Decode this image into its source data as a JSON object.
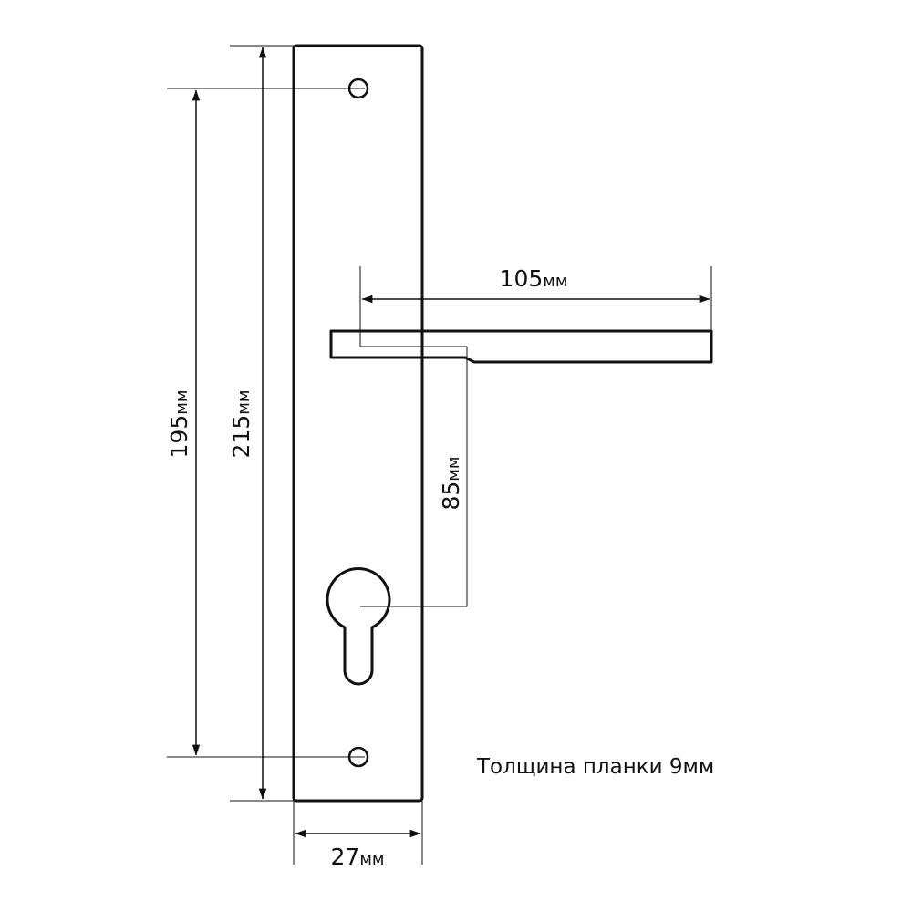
{
  "colors": {
    "line": "#111111",
    "background": "#ffffff"
  },
  "dimensions": {
    "holes_spacing": {
      "value": "195",
      "unit": "мм"
    },
    "plate_length": {
      "value": "215",
      "unit": "мм"
    },
    "handle_length": {
      "value": "105",
      "unit": "мм"
    },
    "handle_to_cylinder": {
      "value": "85",
      "unit": "мм"
    },
    "plate_width": {
      "value": "27",
      "unit": "мм"
    }
  },
  "note": {
    "text": "Толщина планки 9мм"
  }
}
